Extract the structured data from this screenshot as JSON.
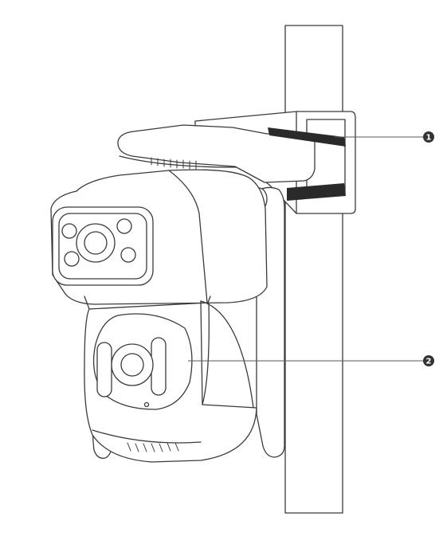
{
  "diagram": {
    "callouts": [
      {
        "number": "1",
        "target": "mounting-strap"
      },
      {
        "number": "2",
        "target": "lower-camera-lens"
      }
    ],
    "colors": {
      "line": "#3a3a3a",
      "fill": "#ffffff",
      "strap": "#2a2a2a",
      "badge": "#333333"
    }
  }
}
